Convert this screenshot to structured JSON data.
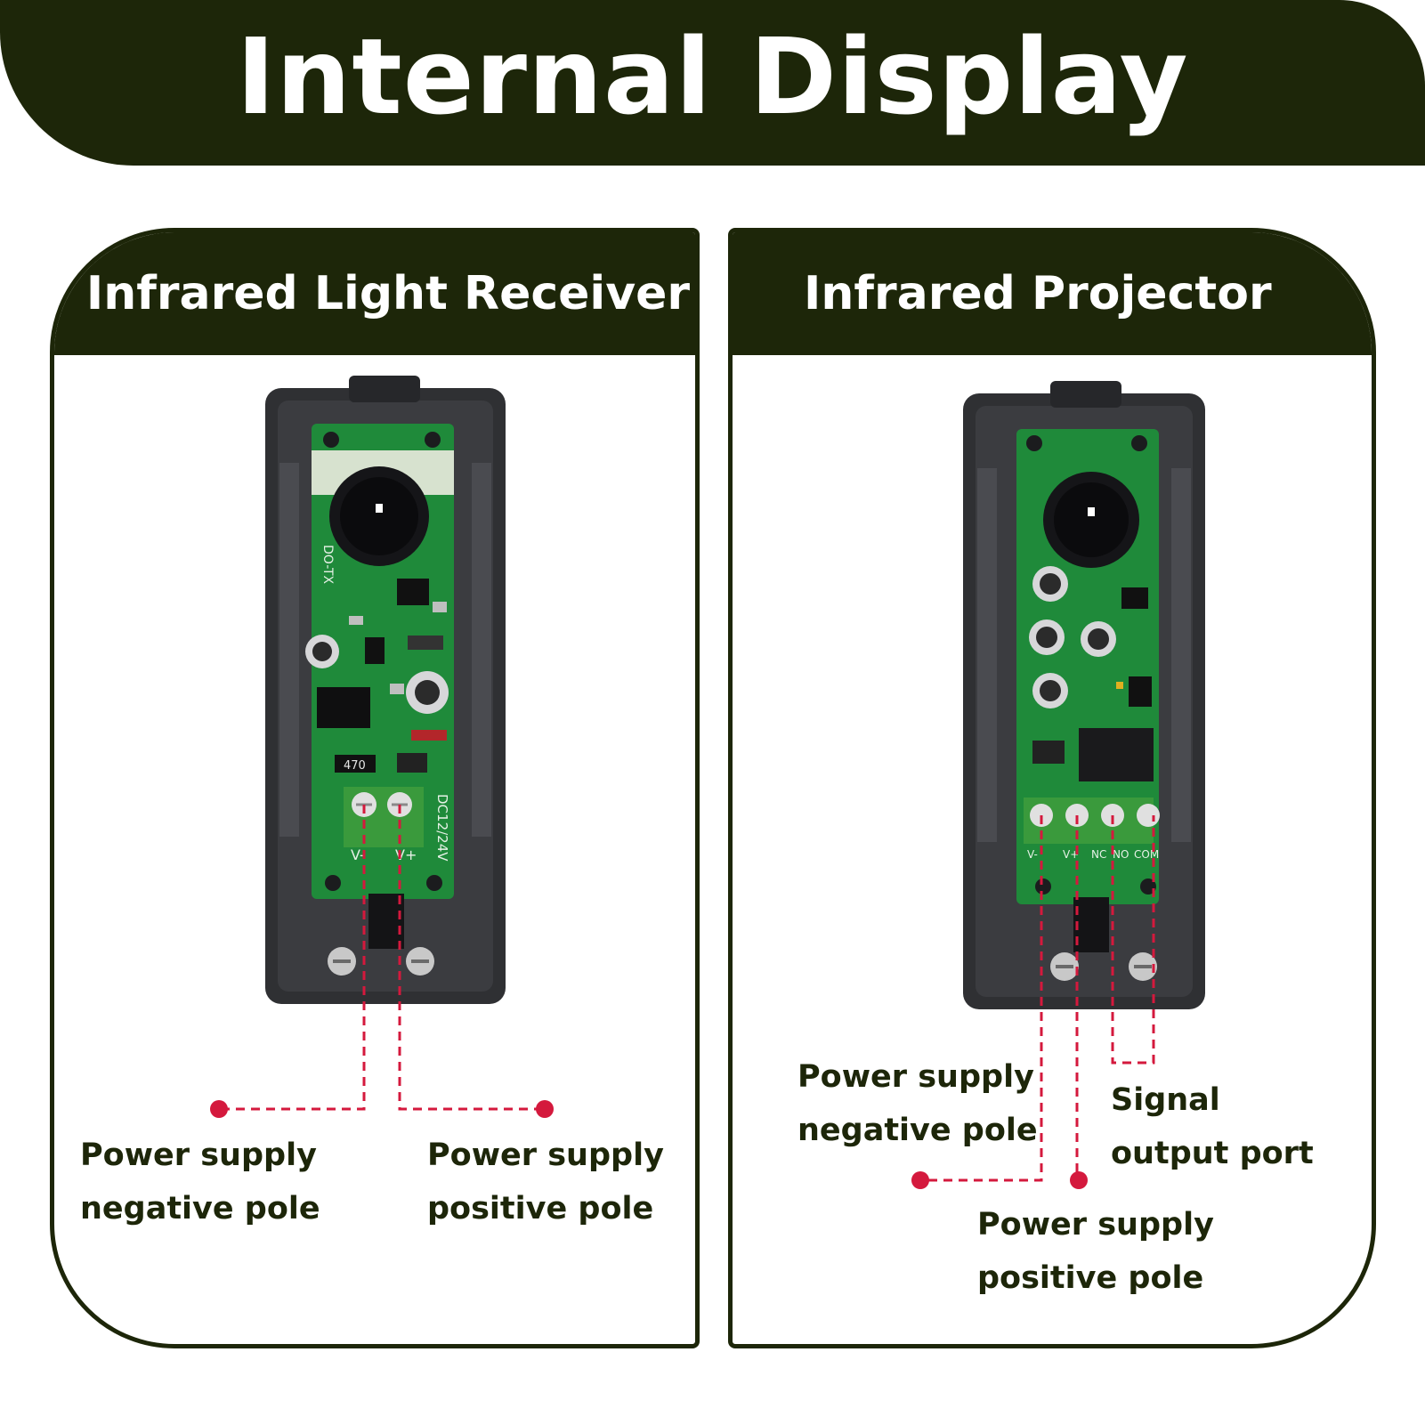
{
  "header": {
    "title": "Internal Display"
  },
  "panels": {
    "receiver": {
      "title": "Infrared Light Receiver",
      "board_text": {
        "model": "DO-TX",
        "voltage": "DC12/24V",
        "terminals": [
          "V-",
          "V+"
        ],
        "resistor": "470"
      },
      "labels": {
        "negative": {
          "line1": "Power supply",
          "line2": "negative pole"
        },
        "positive": {
          "line1": "Power supply",
          "line2": "positive pole"
        }
      }
    },
    "projector": {
      "title": "Infrared Projector",
      "board_text": {
        "terminals": [
          "V-",
          "V+",
          "NC",
          "NO",
          "COM"
        ]
      },
      "labels": {
        "negative": {
          "line1": "Power supply",
          "line2": "negative pole"
        },
        "signal": {
          "line1": "Signal",
          "line2": "output port"
        },
        "positive": {
          "line1": "Power supply",
          "line2": "positive pole"
        }
      }
    }
  },
  "colors": {
    "banner": "#1d2609",
    "callout": "#d4193d",
    "pcb": "#1f8a3a",
    "housing": "#2f3033",
    "terminal_block": "#3a9a3c"
  }
}
